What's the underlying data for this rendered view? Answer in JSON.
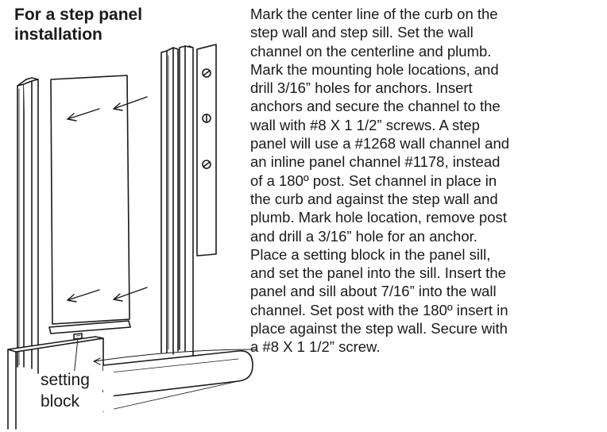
{
  "heading": {
    "line1": "For a step panel",
    "line2": "installation"
  },
  "instructions": [
    "Mark the center line of the curb on the",
    "step wall and step sill. Set the wall",
    "channel on the centerline and plumb.",
    "Mark the mounting hole locations, and",
    "drill 3/16” holes for anchors. Insert",
    "anchors and secure the channel to the",
    "wall with #8 X 1 1/2” screws.  A step",
    "panel will use a #1268 wall channel and",
    "an inline panel channel #1178, instead",
    "of a 180º post.  Set channel  in place in",
    "the curb and against the step wall and",
    "plumb. Mark hole location, remove post",
    "and drill a 3/16” hole for an anchor.",
    "Place a setting block in the panel sill,",
    "and set the panel into the sill. Insert the",
    "panel and sill about 7/16” into the wall",
    "channel. Set post with the 180º insert in",
    "place against the step wall. Secure with",
    "a #8 X 1 1/2” screw."
  ],
  "figure": {
    "callout_line1": "setting",
    "callout_line2": "block",
    "stroke_color": "#1a1a1a"
  }
}
